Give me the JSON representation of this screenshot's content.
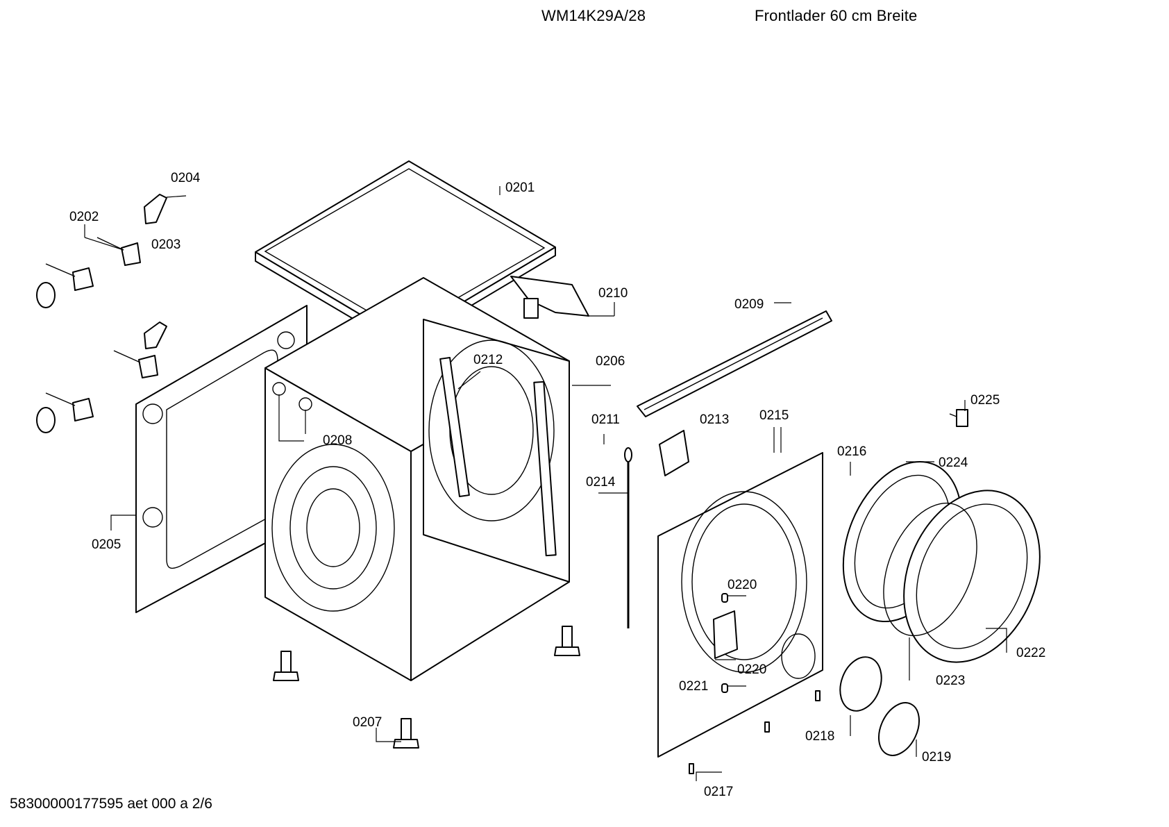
{
  "header": {
    "model": "WM14K29A/28",
    "description": "Frontlader 60 cm Breite"
  },
  "footer": {
    "doc_ref": "58300000177595 aet 000 a 2/6"
  },
  "callouts": [
    {
      "id": "0201",
      "text": "0201"
    },
    {
      "id": "0202",
      "text": "0202"
    },
    {
      "id": "0203",
      "text": "0203"
    },
    {
      "id": "0204",
      "text": "0204"
    },
    {
      "id": "0205",
      "text": "0205"
    },
    {
      "id": "0206",
      "text": "0206"
    },
    {
      "id": "0207",
      "text": "0207"
    },
    {
      "id": "0208",
      "text": "0208"
    },
    {
      "id": "0209",
      "text": "0209"
    },
    {
      "id": "0210",
      "text": "0210"
    },
    {
      "id": "0211",
      "text": "0211"
    },
    {
      "id": "0212",
      "text": "0212"
    },
    {
      "id": "0213",
      "text": "0213"
    },
    {
      "id": "0214",
      "text": "0214"
    },
    {
      "id": "0215",
      "text": "0215"
    },
    {
      "id": "0216",
      "text": "0216"
    },
    {
      "id": "0217",
      "text": "0217"
    },
    {
      "id": "0218",
      "text": "0218"
    },
    {
      "id": "0219",
      "text": "0219"
    },
    {
      "id": "0220a",
      "text": "0220"
    },
    {
      "id": "0220b",
      "text": "0220"
    },
    {
      "id": "0221",
      "text": "0221"
    },
    {
      "id": "0222",
      "text": "0222"
    },
    {
      "id": "0223",
      "text": "0223"
    },
    {
      "id": "0224",
      "text": "0224"
    },
    {
      "id": "0225",
      "text": "0225"
    }
  ]
}
